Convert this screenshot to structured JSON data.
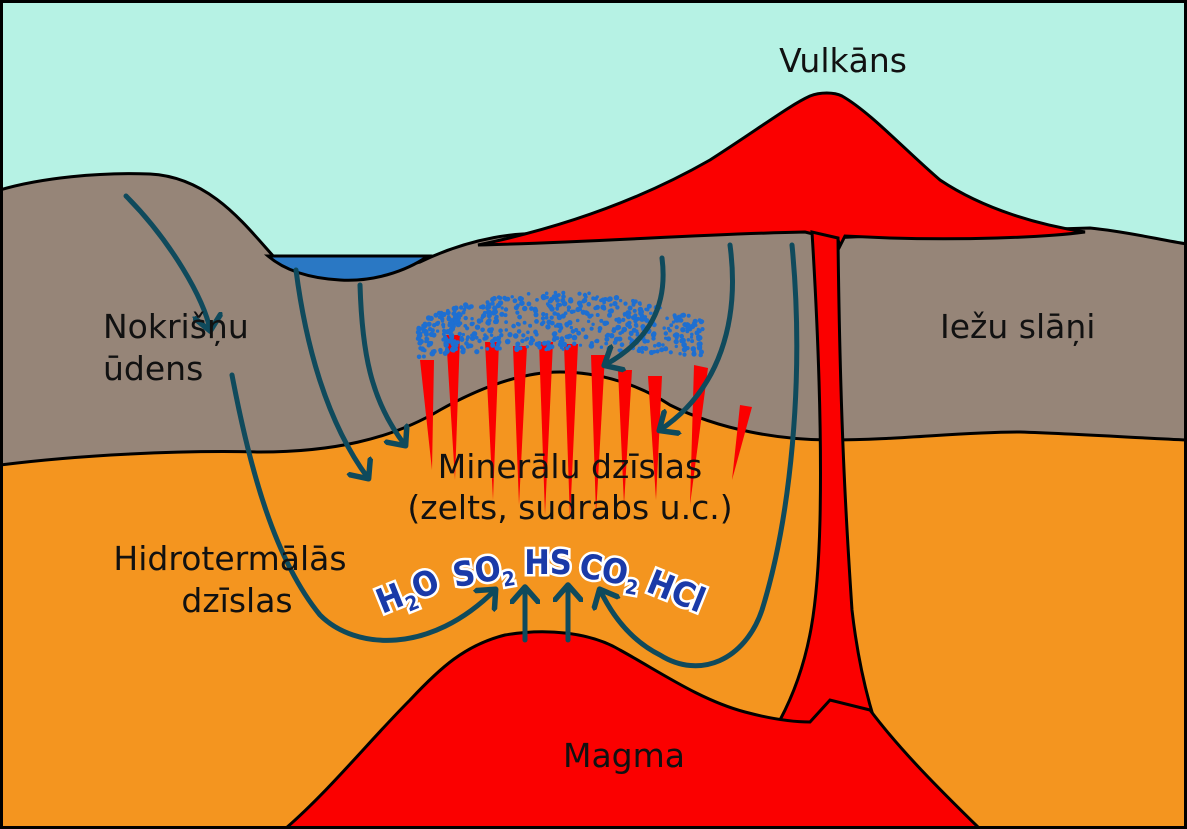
{
  "colors": {
    "sky": "#b6f2e4",
    "rock": "#968578",
    "crust": "#f4951f",
    "magma": "#fb0000",
    "water": "#2a78c4",
    "arrow": "#0f4a5c",
    "gas_text": "#1a3aa8",
    "border": "#000000"
  },
  "labels": {
    "volcano": "Vulkāns",
    "rain_line1": "Nokrišņu",
    "rain_line2": "ūdens",
    "sediment": "Iežu slāņi",
    "veins_line1": "Minerālu dzīslas",
    "veins_line2": "(zelts, sudrabs u.c.)",
    "hydro_line1": "Hidrotermālās",
    "hydro_line2": "dzīslas",
    "magma": "Magma"
  },
  "gases": {
    "h2o_main": "H",
    "h2o_sub": "2",
    "h2o_tail": "O",
    "so2_main": "SO",
    "so2_sub": "2",
    "hs": "HS",
    "co2_main": "CO",
    "co2_sub": "2",
    "hcl": "HCl"
  }
}
